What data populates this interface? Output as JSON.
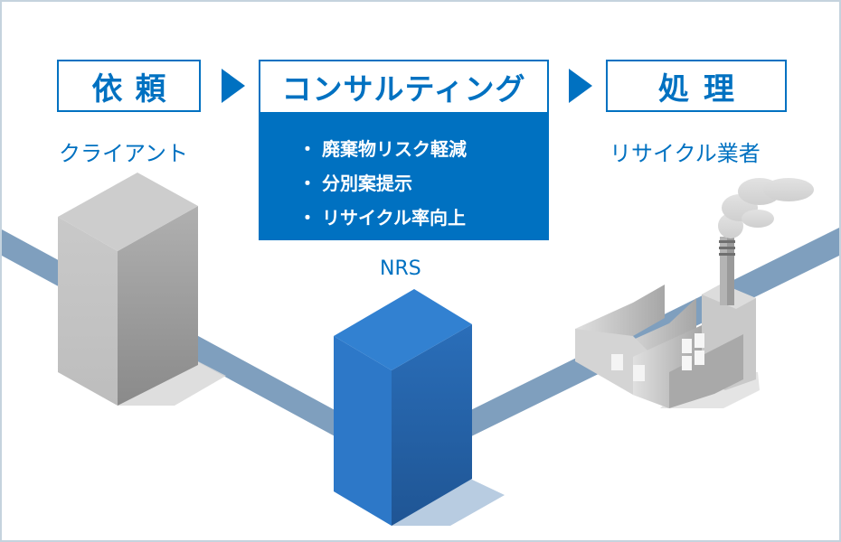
{
  "flow": {
    "steps": [
      {
        "id": "irai",
        "label": "依頼"
      },
      {
        "id": "consulting",
        "label": "コンサルティング"
      },
      {
        "id": "shori",
        "label": "処理"
      }
    ],
    "arrow_icon": "triangle-right-icon"
  },
  "consulting_panel": {
    "bullet": "・",
    "items": [
      "廃棄物リスク軽減",
      "分別案提示",
      "リサイクル率向上"
    ]
  },
  "actors": {
    "client": {
      "label": "クライアント",
      "icon": "gray-building-icon"
    },
    "nrs": {
      "label": "NRS",
      "icon": "blue-building-icon"
    },
    "recycler": {
      "label": "リサイクル業者",
      "icon": "factory-icon"
    }
  },
  "colors": {
    "accent": "#0071c1",
    "road": "#7f9fbe",
    "frame_border": "#c5d3de",
    "nrs_building": "#2d78c8",
    "client_building": "#b5b5b5"
  }
}
